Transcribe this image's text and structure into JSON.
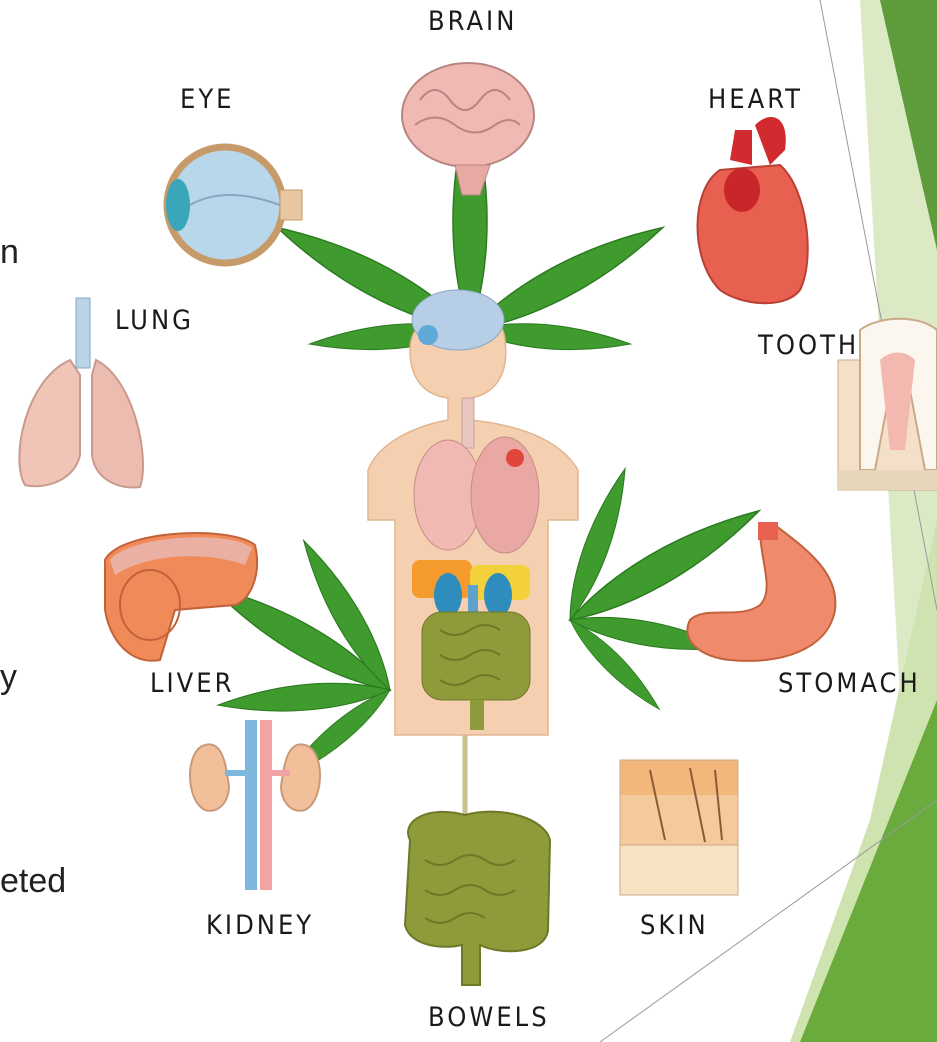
{
  "labels": {
    "brain": "BRAIN",
    "eye": "EYE",
    "heart": "HEART",
    "lung": "LUNG",
    "tooth": "TOOTH",
    "liver": "LIVER",
    "stomach": "STOMACH",
    "kidney": "KIDNEY",
    "skin": "SKIN",
    "bowels": "BOWELS"
  },
  "text_fragments": [
    "n",
    "y",
    "eted"
  ],
  "colors": {
    "leaf": "#3e9a2c",
    "leaf_light": "#8ed15a",
    "accent_dark_green": "#5e9b3a",
    "accent_light_green": "#dbe9c4",
    "skin_tone": "#f4cfb0",
    "brain_pink": "#f0b9b4",
    "heart_red": "#e2453c",
    "bowel_olive": "#8f9a3a"
  }
}
